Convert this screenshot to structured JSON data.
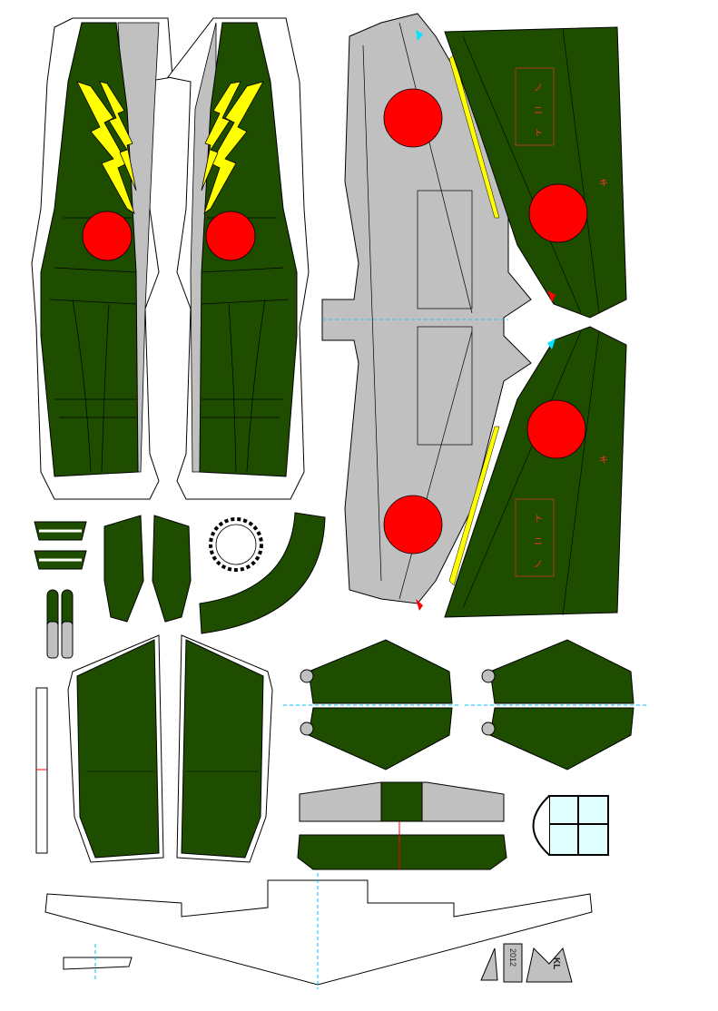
{
  "sheet": {
    "signature_year": "2012",
    "signature_initials": "KL"
  },
  "colors": {
    "paint_green": "#1e4d00",
    "hinomaru_red": "#ff0000",
    "underside_gray": "#c0c0c0",
    "lightning_yellow": "#ffff00",
    "leading_edge_yellow": "#ffff00",
    "canopy_glass": "#e0ffff",
    "panel_lines": "#000000"
  },
  "markings": {
    "wing_kanji_a": "ト",
    "wing_kanji_b": "ニ",
    "wing_kanji_c": "ノ",
    "tail_kanji": "キ"
  }
}
